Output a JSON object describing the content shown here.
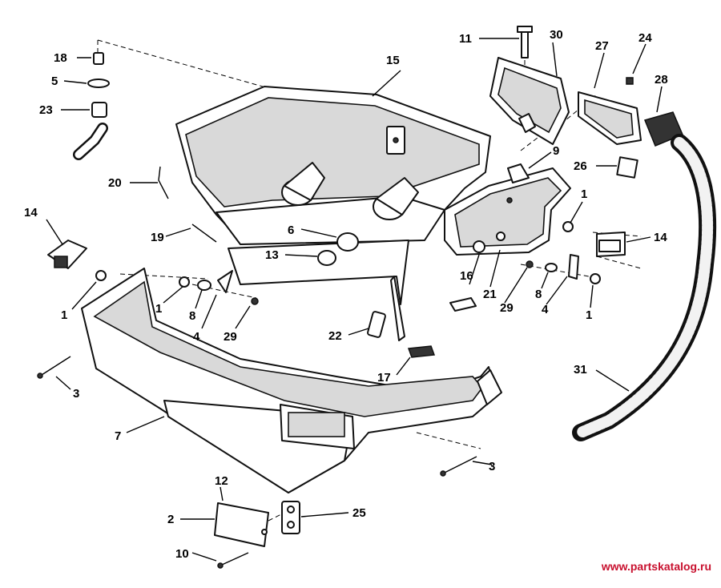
{
  "callouts": {
    "n1": "1",
    "n2": "2",
    "n3": "3",
    "n4": "4",
    "n5": "5",
    "n6": "6",
    "n7": "7",
    "n8": "8",
    "n9": "9",
    "n10": "10",
    "n11": "11",
    "n12": "12",
    "n13": "13",
    "n14": "14",
    "n15": "15",
    "n16": "16",
    "n17": "17",
    "n18": "18",
    "n19": "19",
    "n20": "20",
    "n21": "21",
    "n22": "22",
    "n23": "23",
    "n24": "24",
    "n25": "25",
    "n26": "26",
    "n27": "27",
    "n28": "28",
    "n29": "29",
    "n30": "30",
    "n31": "31"
  },
  "watermark": "www.partskatalog.ru"
}
